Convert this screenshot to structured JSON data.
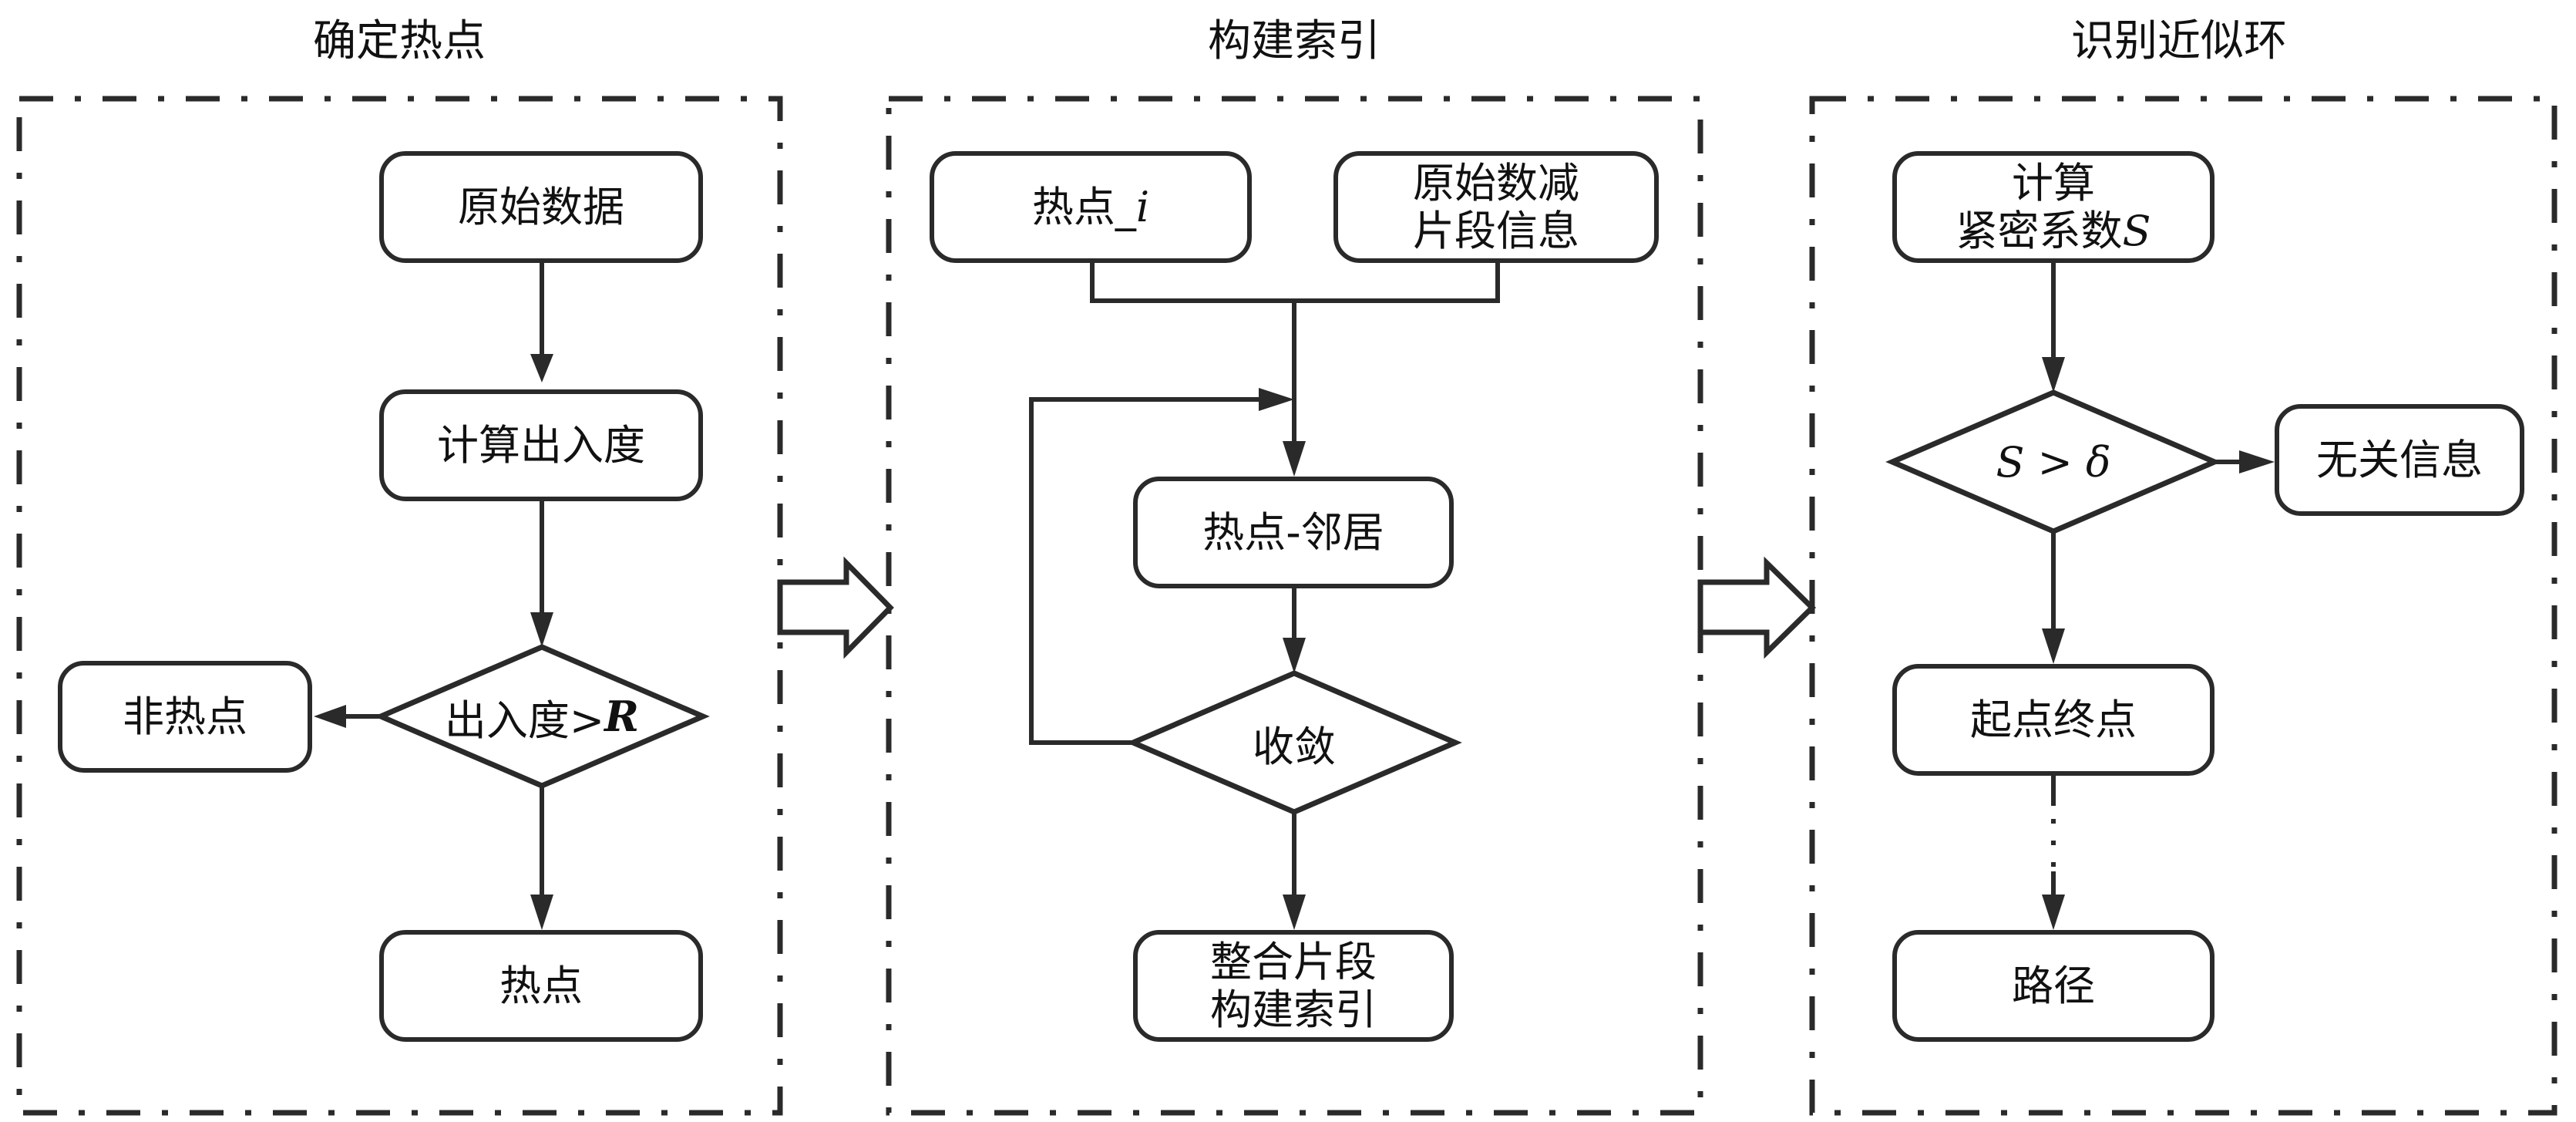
{
  "colors": {
    "stroke": "#2a2a2a",
    "background": "#ffffff"
  },
  "panels": [
    {
      "title": "确定热点"
    },
    {
      "title": "构建索引"
    },
    {
      "title": "识别近似环"
    }
  ],
  "stage1": {
    "raw_data": "原始数据",
    "compute_degree": "计算出入度",
    "decision_prefix": "出入度>",
    "decision_var": "R",
    "non_hotspot": "非热点",
    "hotspot": "热点"
  },
  "stage2": {
    "hotspot_i_prefix": "热点_",
    "hotspot_i_var": "i",
    "segment_info_line1": "原始数减",
    "segment_info_line2": "片段信息",
    "hotspot_neighbor": "热点-邻居",
    "converge": "收敛",
    "build_index_line1": "整合片段",
    "build_index_line2": "构建索引"
  },
  "stage3": {
    "compute_line1": "计算",
    "compute_line2_prefix": "紧密系数",
    "compute_var": "S",
    "decision_left": "S",
    "decision_op": " > ",
    "decision_right": "δ",
    "irrelevant": "无关信息",
    "start_end": "起点终点",
    "path": "路径"
  }
}
